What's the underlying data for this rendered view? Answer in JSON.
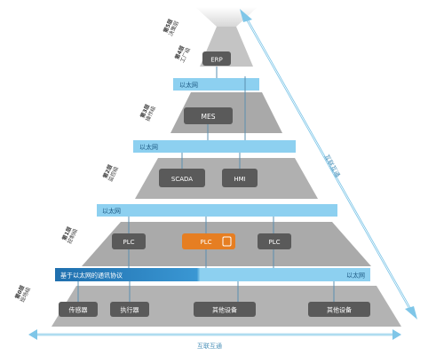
{
  "levels": [
    {
      "num": "第5层",
      "name": "决策层"
    },
    {
      "num": "第4层",
      "name": "工厂级"
    },
    {
      "num": "第3层",
      "name": "操作级"
    },
    {
      "num": "第2层",
      "name": "监控级"
    },
    {
      "num": "第1层",
      "name": "控制级"
    },
    {
      "num": "第0层",
      "name": "现场级"
    }
  ],
  "nodes": {
    "erp": "ERP",
    "mes": "MES",
    "scada": "SCADA",
    "hmi": "HMI",
    "plc_left": "PLC",
    "plc_center": "PLC",
    "plc_right": "PLC",
    "sensor": "传感器",
    "actuator": "执行器",
    "other1": "其他设备",
    "other2": "其他设备"
  },
  "networks": {
    "eth1": "以太网",
    "eth2": "以太网",
    "eth3": "以太网",
    "protocol": "基于以太网的通讯协议",
    "eth4": "以太网"
  },
  "interconnect": {
    "right": "互联互通",
    "bottom": "互联互通"
  },
  "colors": {
    "pyramid": "#a6a6a6",
    "pyramid_light": "#c9c9c9",
    "node": "#5a5a5a",
    "plc_highlight": "#e67e22",
    "network": "#8dd0f0",
    "protocol_dark": "#2a7fbf",
    "arrow": "#7fc6e8"
  }
}
